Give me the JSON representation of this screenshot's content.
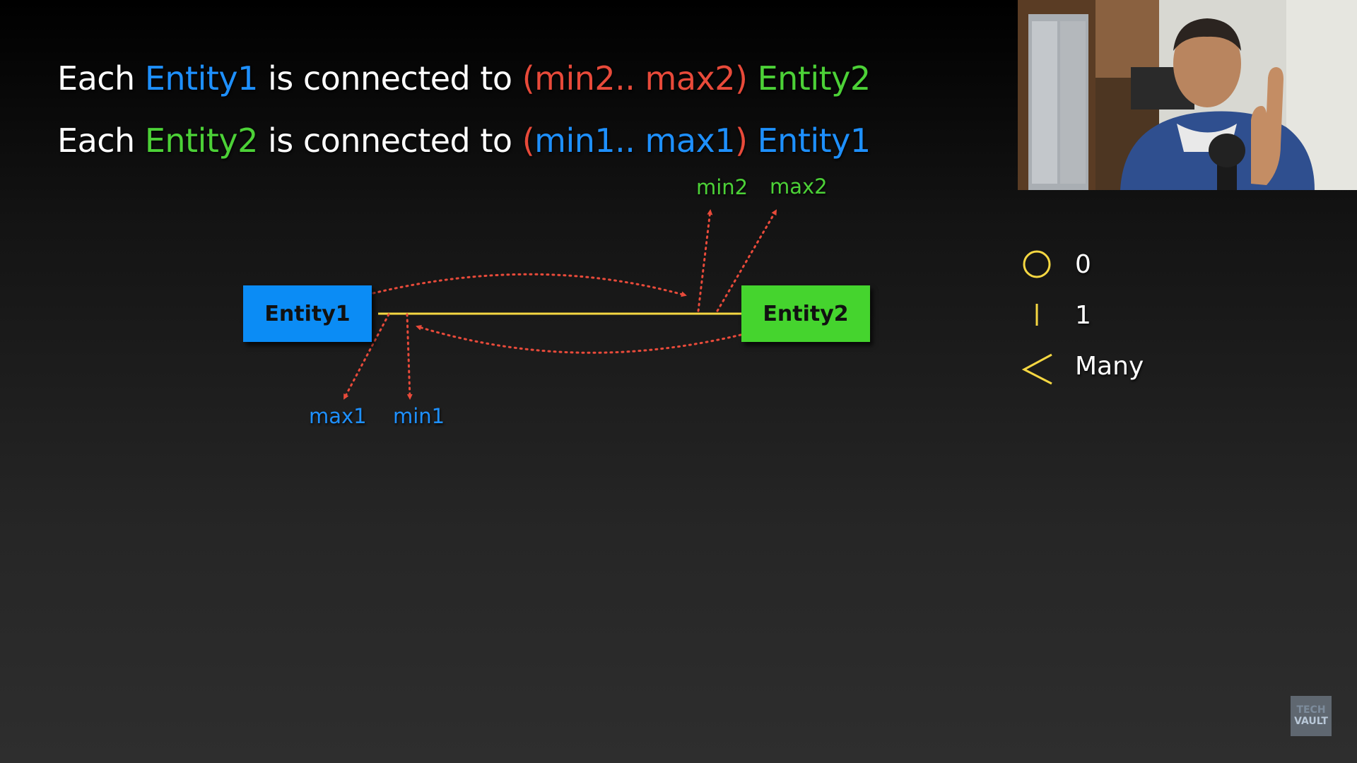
{
  "statements": [
    {
      "each": "Each",
      "entity": "Entity1",
      "connected": "is connected to",
      "range": "(min2.. max2)",
      "target": "Entity2"
    },
    {
      "each": "Each",
      "entity": "Entity2",
      "connected": "is connected to",
      "range": "(min1.. max1)",
      "target": "Entity1"
    }
  ],
  "diagram": {
    "entity1": "Entity1",
    "entity2": "Entity2",
    "labels": {
      "min2": "min2",
      "max2": "max2",
      "max1": "max1",
      "min1": "min1"
    }
  },
  "legend": [
    {
      "symbol": "circle-icon",
      "text": "0"
    },
    {
      "symbol": "bar-icon",
      "text": "1"
    },
    {
      "symbol": "crowfoot-icon",
      "text": "Many"
    }
  ],
  "watermark": {
    "line1": "TECH",
    "line2": "VAULT"
  },
  "colors": {
    "entity1": "#0b8cf5",
    "entity2": "#45d42e",
    "arrow": "#e84a3a",
    "relationship_line": "#f5d742",
    "legend_symbol": "#f5d742"
  }
}
